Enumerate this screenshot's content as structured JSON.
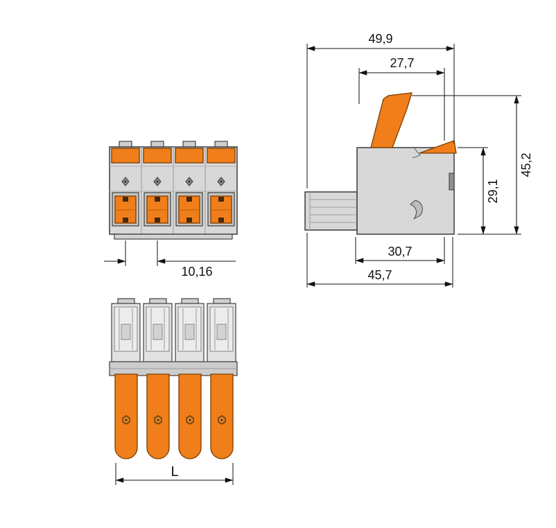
{
  "drawing": {
    "kind": "connector-dimension-drawing"
  },
  "colors": {
    "orange": "#F07E1A",
    "orange_dark": "#7A3C00",
    "body_gray": "#D8D8D8",
    "light_gray": "#E6E6E6",
    "outline": "#3A3A3A",
    "dimension": "#111111",
    "background": "#FFFFFF"
  },
  "dimensions": {
    "pitch": "10,16",
    "overall_width": "49,9",
    "lever_width": "27,7",
    "overall_height": "45,2",
    "body_height": "29,1",
    "body_depth": "30,7",
    "overall_depth": "45,7",
    "length": "L"
  }
}
